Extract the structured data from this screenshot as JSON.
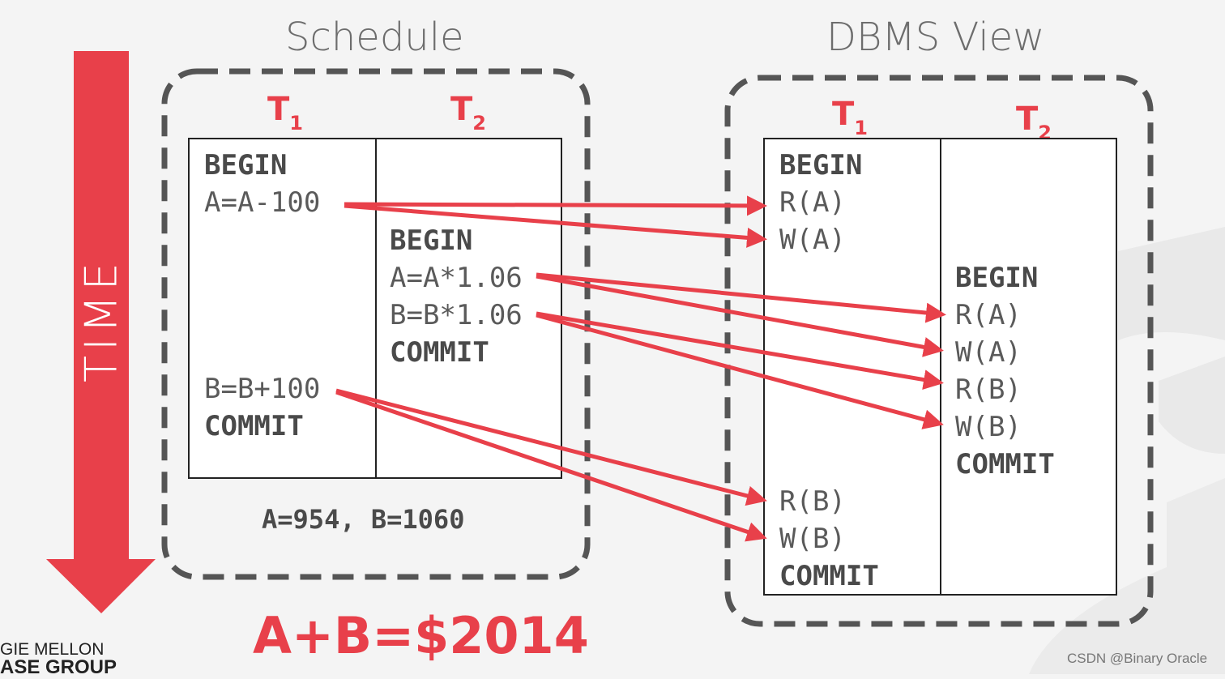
{
  "schedule_title": "Schedule",
  "dbms_title": "DBMS View",
  "time_label": "TIME",
  "schedule": {
    "t1": {
      "label": "T",
      "sub": "1"
    },
    "t2": {
      "label": "T",
      "sub": "2"
    },
    "t1_ops": [
      "BEGIN",
      "A=A-100",
      "B=B+100",
      "COMMIT"
    ],
    "t2_ops": [
      "BEGIN",
      "A=A*1.06",
      "B=B*1.06",
      "COMMIT"
    ],
    "values": "A=954, B=1060"
  },
  "dbms": {
    "t1": {
      "label": "T",
      "sub": "1"
    },
    "t2": {
      "label": "T",
      "sub": "2"
    },
    "t1_ops": [
      "BEGIN",
      "R(A)",
      "W(A)",
      "R(B)",
      "W(B)",
      "COMMIT"
    ],
    "t2_ops": [
      "BEGIN",
      "R(A)",
      "W(A)",
      "R(B)",
      "W(B)",
      "COMMIT"
    ]
  },
  "result": "A+B=$2014",
  "logo": {
    "line1": "GIE MELLON",
    "line2": "ASE GROUP"
  },
  "watermark": "CSDN @Binary Oracle",
  "colors": {
    "accent": "#e8404a",
    "dashed_border": "#555555"
  }
}
